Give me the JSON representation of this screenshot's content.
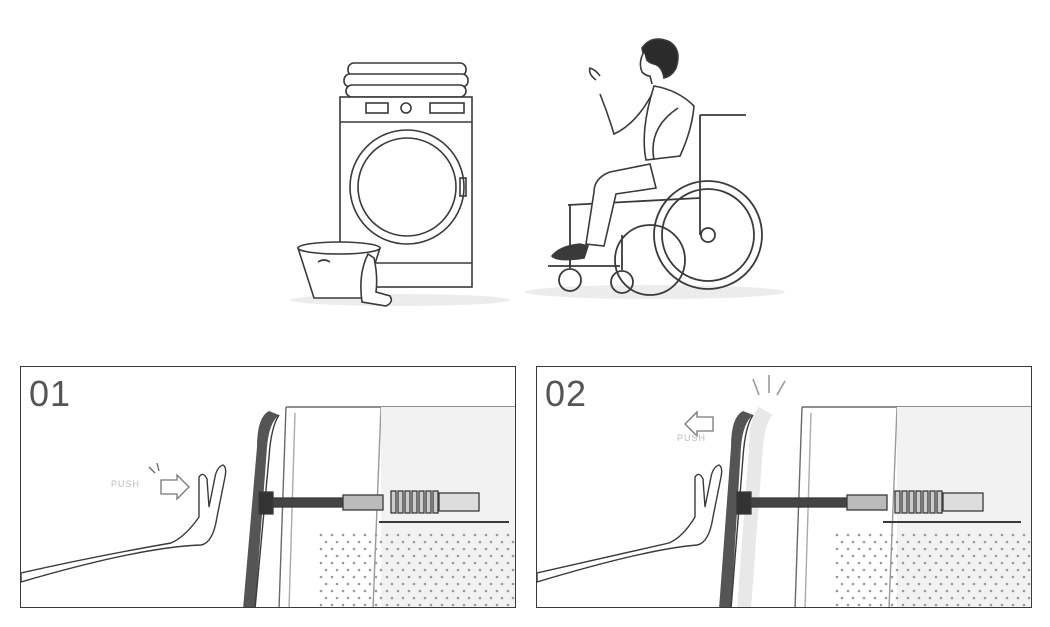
{
  "top_scene": {
    "washer_alt": "washing-machine",
    "person_alt": "person-in-wheelchair"
  },
  "steps": [
    {
      "number": "01",
      "action_label": "PUSH"
    },
    {
      "number": "02",
      "action_label": "PUSH"
    }
  ],
  "colors": {
    "line": "#3a3a3a",
    "door_dark": "#555555",
    "drum_dots": "#9a9a9a",
    "shadow": "#e6e6e6"
  }
}
